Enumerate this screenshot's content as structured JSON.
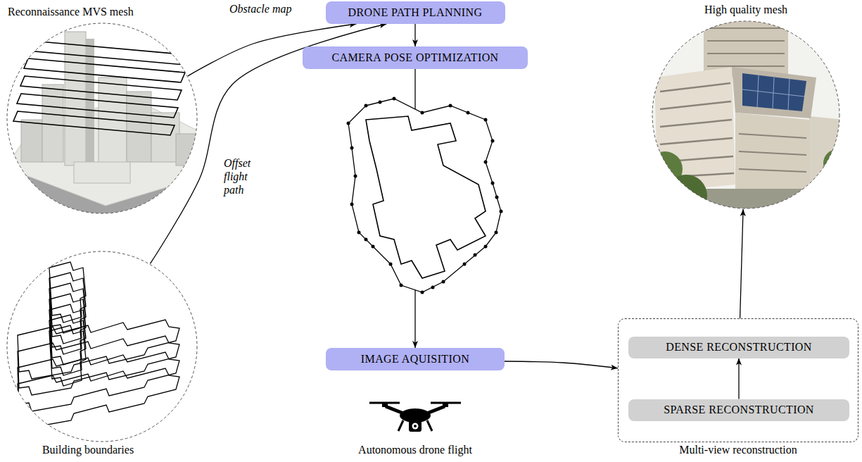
{
  "diagram": {
    "nodes": [
      {
        "text": [
          "Reconnaissance MVS mesh"
        ]
      },
      {
        "text": [
          "DRONE PATH PLANNING"
        ]
      },
      {
        "text": [
          "CAMERA POSE OPTIMIZATION"
        ]
      },
      {
        "text": [
          "High quality mesh"
        ]
      },
      {
        "text": [
          "Building boundaries"
        ]
      },
      {
        "text": [
          "IMAGE AQUISITION"
        ]
      },
      {
        "text": [
          "Multi-view reconstruction"
        ]
      },
      {
        "text": [
          "DENSE RECONSTRUCTION"
        ],
        "in": 6
      },
      {
        "text": [
          "SPARSE RECONSTRUCTION"
        ],
        "in": 6
      }
    ],
    "edges": [
      {
        "from": 0,
        "to": 1,
        "arrow": "to",
        "label": "Obstacle map"
      },
      {
        "from": 4,
        "to": 1,
        "arrow": "to",
        "label": "Offset flight path"
      },
      {
        "from": 1,
        "to": 2,
        "arrow": "to"
      },
      {
        "from": 2,
        "to": 5,
        "arrow": "to"
      },
      {
        "from": 5,
        "to": 6,
        "arrow": "to"
      },
      {
        "from": 8,
        "to": 7,
        "arrow": "to"
      },
      {
        "from": 6,
        "to": 3,
        "arrow": "to"
      }
    ],
    "labels": [
      "Autonomous drone flight"
    ]
  }
}
